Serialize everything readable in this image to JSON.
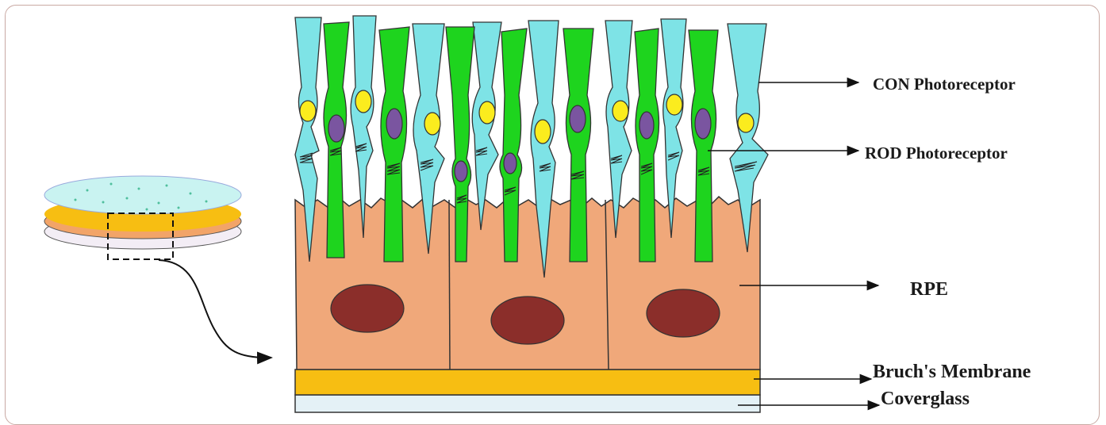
{
  "labels": {
    "cone": "CON Photoreceptor",
    "rod": "ROD Photoreceptor",
    "rpe": "RPE",
    "bruch": "Bruch's  Membrane",
    "coverglass": "Coverglass"
  },
  "colors": {
    "cone": "#7ee3e6",
    "rod": "#1ed41e",
    "rpe": "#f0a87a",
    "rpe_nucleus": "#8b2e2a",
    "bruch": "#f7be12",
    "coverglass": "#e4f1f6",
    "cone_nucleus": "#fbec1e",
    "rod_nucleus": "#7a55a0",
    "dish_top": "#c9f3f1",
    "dish_orange": "#f2a468"
  }
}
